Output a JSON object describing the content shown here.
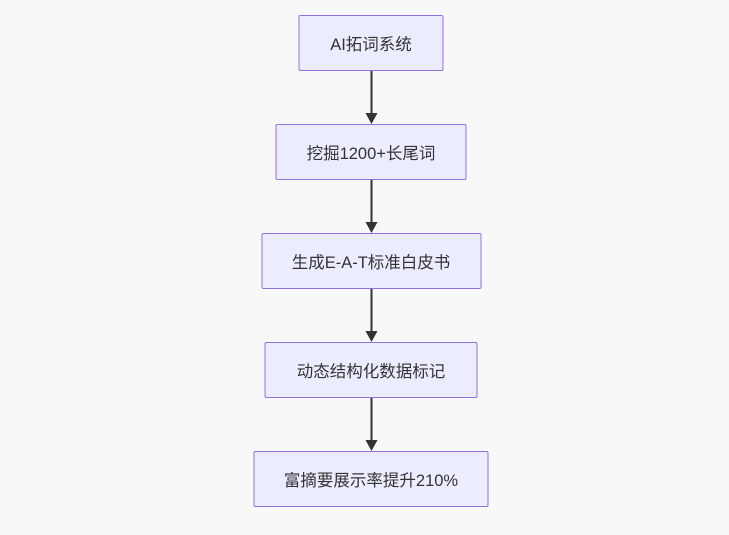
{
  "diagram": {
    "type": "flowchart",
    "direction": "top-down",
    "nodes": [
      {
        "id": "node-1",
        "label": "AI拓词系统"
      },
      {
        "id": "node-2",
        "label": "挖掘1200+长尾词"
      },
      {
        "id": "node-3",
        "label": "生成E-A-T标准白皮书"
      },
      {
        "id": "node-4",
        "label": "动态结构化数据标记"
      },
      {
        "id": "node-5",
        "label": "富摘要展示率提升210%"
      }
    ],
    "edges": [
      {
        "from": "node-1",
        "to": "node-2",
        "style": "arrow-down"
      },
      {
        "from": "node-2",
        "to": "node-3",
        "style": "arrow-down"
      },
      {
        "from": "node-3",
        "to": "node-4",
        "style": "arrow-down"
      },
      {
        "from": "node-4",
        "to": "node-5",
        "style": "arrow-down"
      }
    ],
    "colors": {
      "background": "#f8f8f8",
      "node_fill": "#ECECFF",
      "node_border": "#9370DB",
      "node_text": "#333333",
      "arrow": "#333333"
    }
  }
}
